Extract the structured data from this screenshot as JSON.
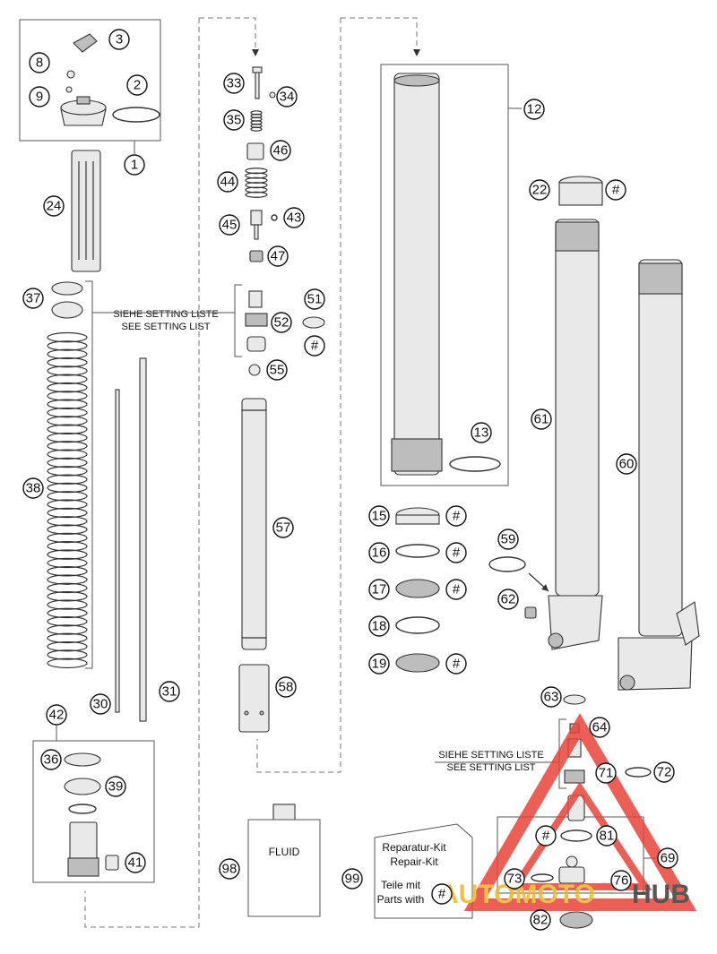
{
  "labels": {
    "l1": "1",
    "l2": "2",
    "l3": "3",
    "l8": "8",
    "l9": "9",
    "l12": "12",
    "l13": "13",
    "l15": "15",
    "l16": "16",
    "l17": "17",
    "l18": "18",
    "l19": "19",
    "l22": "22",
    "l24": "24",
    "l30": "30",
    "l31": "31",
    "l33": "33",
    "l34": "34",
    "l35": "35",
    "l36": "36",
    "l37": "37",
    "l38": "38",
    "l39": "39",
    "l41": "41",
    "l42": "42",
    "l43": "43",
    "l44": "44",
    "l45": "45",
    "l46": "46",
    "l47": "47",
    "l51": "51",
    "l52": "52",
    "l55": "55",
    "l57": "57",
    "l58": "58",
    "l59": "59",
    "l60": "60",
    "l61": "61",
    "l62": "62",
    "l63": "63",
    "l64": "64",
    "l69": "69",
    "l71": "71",
    "l72": "72",
    "l73": "73",
    "l76": "76",
    "l81": "81",
    "l82": "82",
    "l98": "98",
    "l99": "99",
    "hash": "#"
  },
  "notes": {
    "setting_de": "SIEHE SETTING LISTE",
    "setting_en": "SEE SETTING LIST",
    "fluid": "FLUID",
    "kit_de": "Reparatur-Kit",
    "kit_en": "Repair-Kit",
    "kit_with_de": "Teile mit",
    "kit_with_en": "Parts with"
  },
  "watermark": {
    "part1": "AUTOMOTO",
    "part2": "HUB",
    "color_primary": "#e8443a",
    "color_secondary": "#f0b429",
    "color_dark": "#3a3a3a"
  }
}
